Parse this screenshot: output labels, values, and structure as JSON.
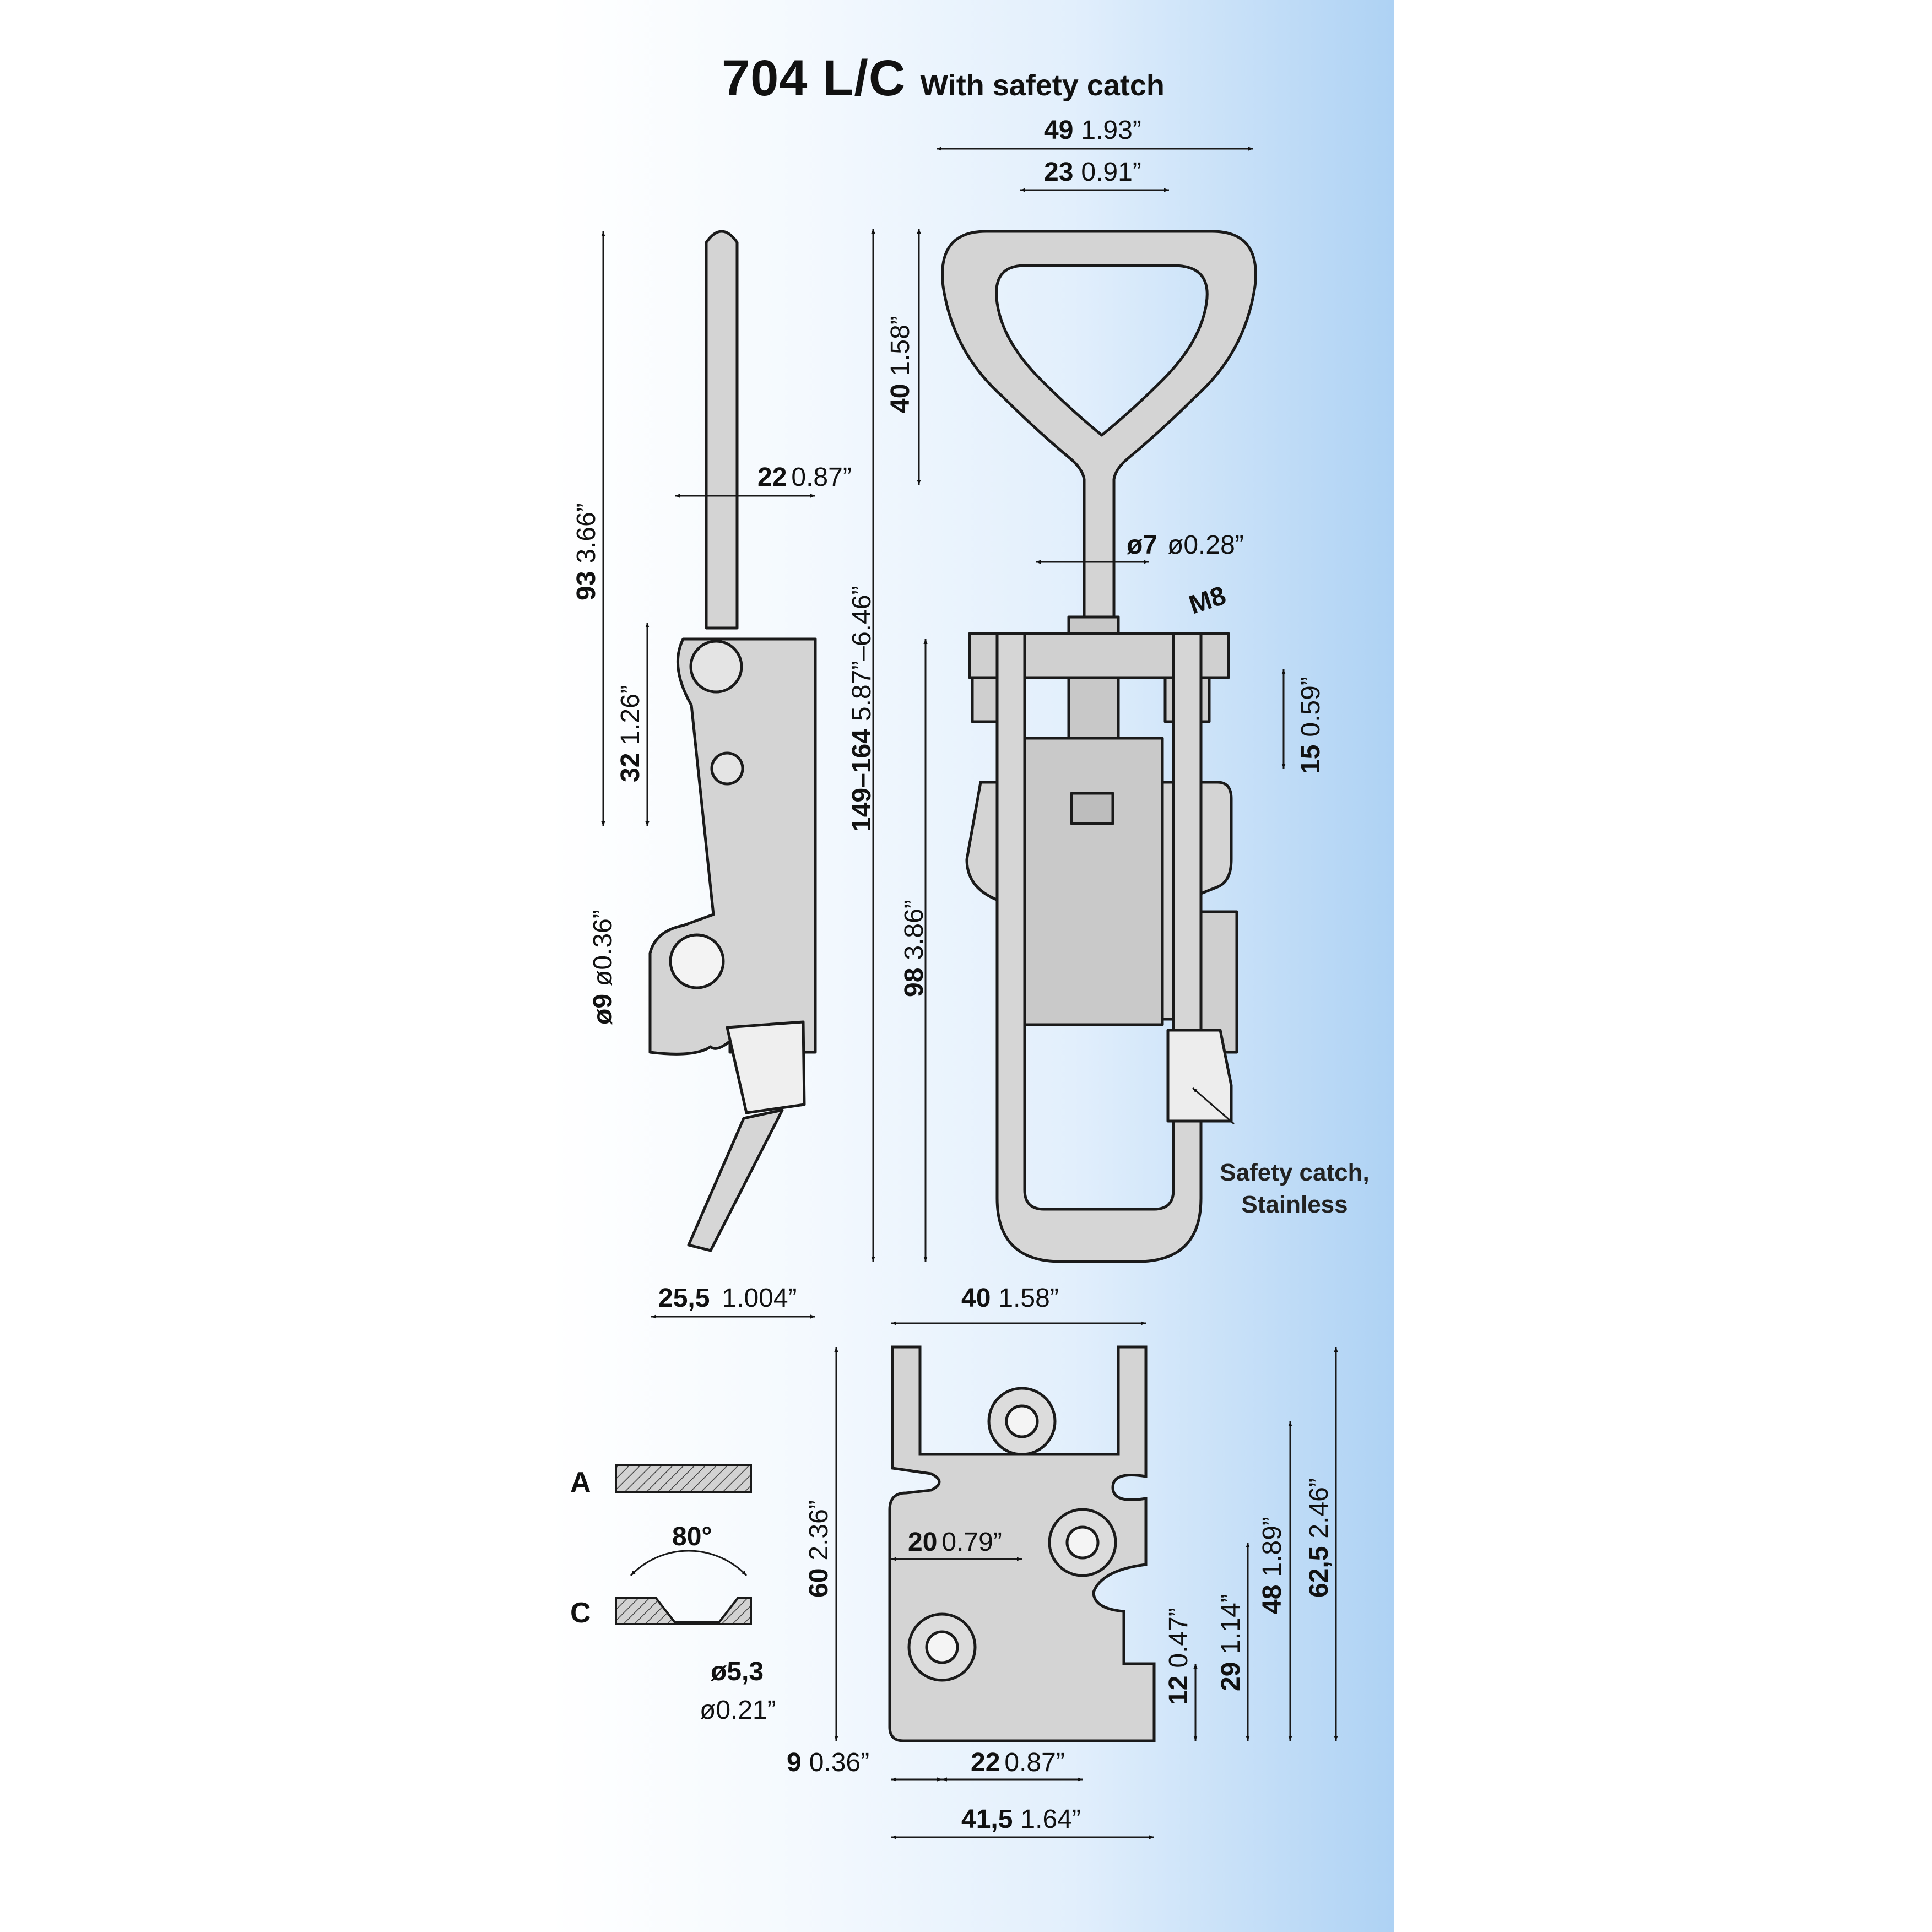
{
  "title": {
    "model": "704 L/C",
    "subtitle": "With safety catch"
  },
  "callout": {
    "line1": "Safety catch,",
    "line2": "Stainless"
  },
  "sections": {
    "a": "A",
    "c": "C",
    "angle": "80°",
    "hole_metric": "ø5,3",
    "hole_imperial": "ø0.21”"
  },
  "dimensions": {
    "d49": {
      "mm": "49",
      "inch": "1.93”"
    },
    "d23": {
      "mm": "23",
      "inch": "0.91”"
    },
    "d40_loop": {
      "mm": "40",
      "inch": "1.58”"
    },
    "d7": {
      "mm": "ø7",
      "inch": "ø0.28”"
    },
    "m8": {
      "mm": "M8"
    },
    "d149": {
      "mm": "149–164",
      "inch": "5.87”–6.46”"
    },
    "d15": {
      "mm": "15",
      "inch": "0.59”"
    },
    "d98": {
      "mm": "98",
      "inch": "3.86”"
    },
    "d93": {
      "mm": "93",
      "inch": "3.66”"
    },
    "d22_side": {
      "mm": "22",
      "inch": "0.87”"
    },
    "d32": {
      "mm": "32",
      "inch": "1.26”"
    },
    "d9_hole": {
      "mm": "ø9",
      "inch": "ø0.36”"
    },
    "d25": {
      "mm": "25,5",
      "inch": "1.004”"
    },
    "d40_plate": {
      "mm": "40",
      "inch": "1.58”"
    },
    "d60": {
      "mm": "60",
      "inch": "2.36”"
    },
    "d20": {
      "mm": "20",
      "inch": "0.79”"
    },
    "d48": {
      "mm": "48",
      "inch": "1.89”"
    },
    "d62": {
      "mm": "62,5",
      "inch": "2.46”"
    },
    "d29": {
      "mm": "29",
      "inch": "1.14”"
    },
    "d12": {
      "mm": "12",
      "inch": "0.47”"
    },
    "d9_edge": {
      "mm": "9",
      "inch": "0.36”"
    },
    "d22_plate": {
      "mm": "22",
      "inch": "0.87”"
    },
    "d41": {
      "mm": "41,5",
      "inch": "1.64”"
    }
  }
}
